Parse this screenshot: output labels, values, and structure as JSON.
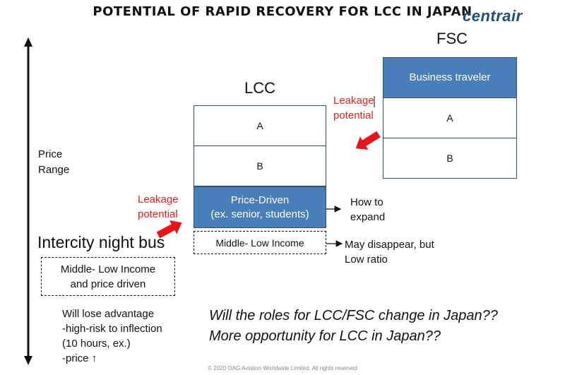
{
  "title": "POTENTIAL OF RAPID RECOVERY FOR LCC IN JAPAN",
  "logo": "centrair",
  "axis_label": "Price\nRange",
  "lcc": {
    "label": "LCC",
    "rows": [
      "A",
      "B"
    ],
    "price_driven": "Price-Driven\n(ex. senior, students)",
    "middle_low": "Middle- Low Income"
  },
  "fsc": {
    "label": "FSC",
    "rows": [
      "Business traveler",
      "A",
      "B"
    ]
  },
  "leakage_fsc": "Leakage\npotential",
  "leakage_bus": "Leakage\npotential",
  "how_to_expand": "How to\nexpand",
  "may_disappear": "May disappear, but\nLow ratio",
  "bus": {
    "title": "Intercity night bus",
    "box": "Middle- Low Income\nand price driven",
    "notes": "Will lose advantage\n -high-risk to inflection\n(10 hours, ex.)\n -price ↑"
  },
  "questions": "Will the roles for LCC/FSC change in Japan??\nMore opportunity for LCC in Japan??",
  "copyright": "© 2020 OAG Aviation Worldwide Limited. All rights reserved",
  "colors": {
    "blue_box": "#4a7ebb",
    "leakage_red": "#e02020",
    "arrow_red": "#e8141a",
    "logo": "#1f4e79"
  }
}
